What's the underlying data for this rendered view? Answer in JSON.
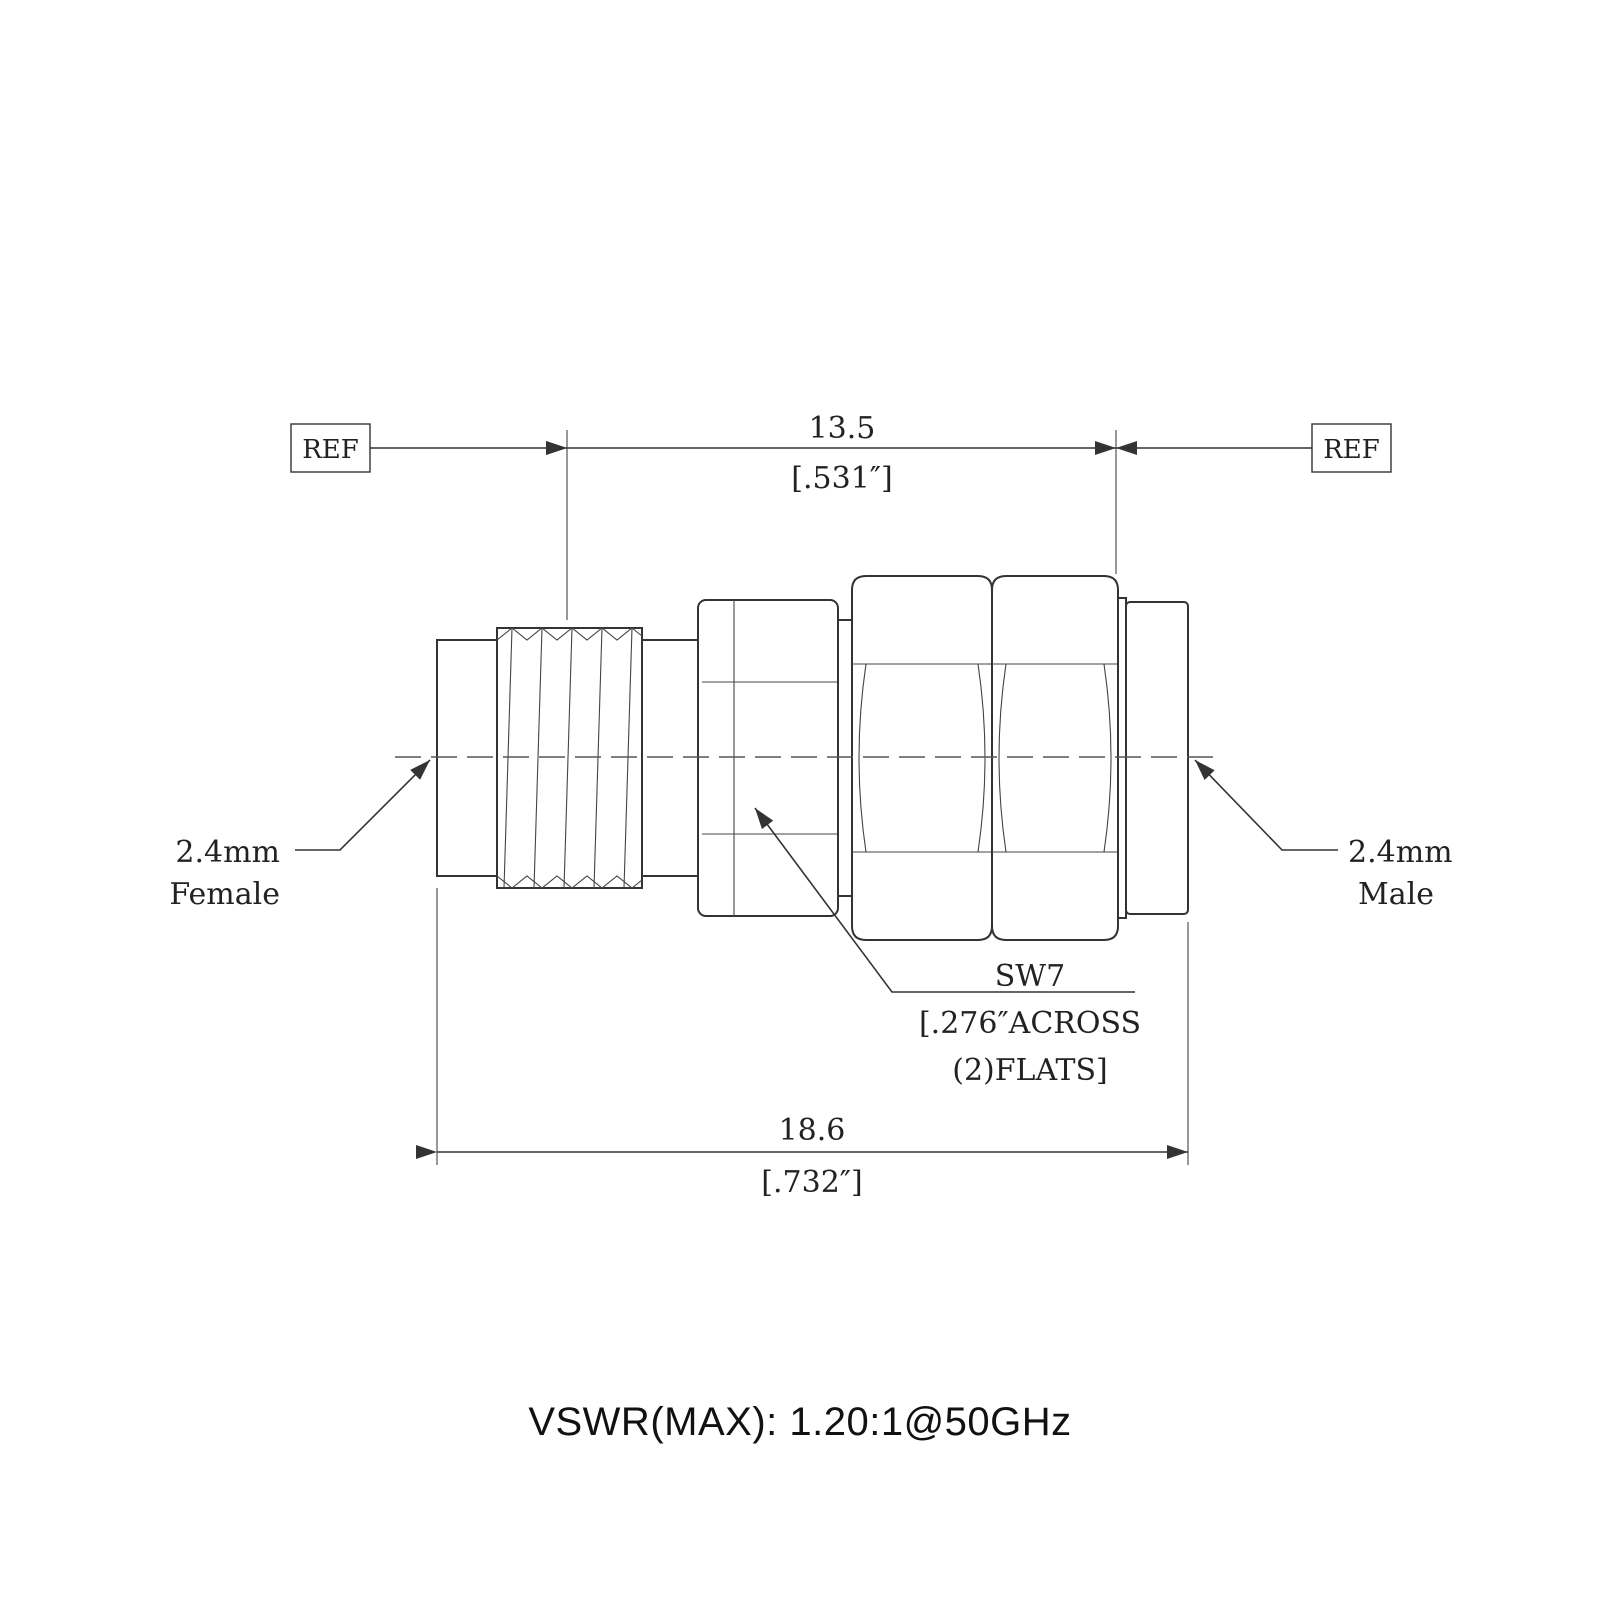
{
  "ref_labels": {
    "left": "REF",
    "right": "REF"
  },
  "dimensions": {
    "overall_metric": "18.6",
    "overall_imperial": "[.732″]",
    "ref_metric": "13.5",
    "ref_imperial": "[.531″]"
  },
  "callouts": {
    "left_size": "2.4mm",
    "left_gender": "Female",
    "right_size": "2.4mm",
    "right_gender": "Male",
    "wrench_size": "SW7",
    "wrench_line2": "[.276″ACROSS",
    "wrench_line3": "(2)FLATS]"
  },
  "spec": {
    "vswr": "VSWR(MAX):  1.20:1@50GHz"
  }
}
